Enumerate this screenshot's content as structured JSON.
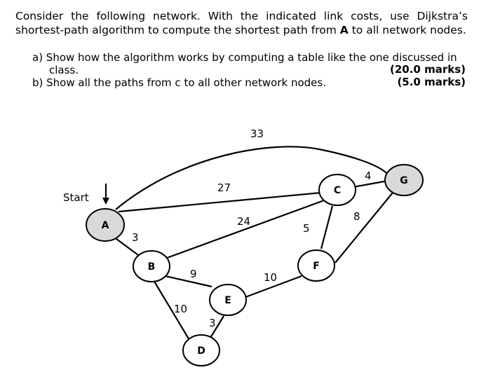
{
  "question": {
    "intro_1": "Consider the following network. With the indicated link costs, use Dijkstra’s shortest-path algorithm to compute the shortest path from ",
    "intro_bold": "A",
    "intro_2": " to all network nodes.",
    "part_a_line1": "a) Show how the algorithm works by computing a table like the one discussed in",
    "part_a_line2": "class.",
    "part_a_marks": "(20.0 marks)",
    "part_b": "b) Show all the paths from c to all other network nodes.",
    "part_b_marks": "(5.0 marks)"
  },
  "graph": {
    "start_label": "Start",
    "nodes": {
      "A": {
        "label": "A",
        "fill": "#d9d9d9"
      },
      "B": {
        "label": "B",
        "fill": "#ffffff"
      },
      "C": {
        "label": "C",
        "fill": "#ffffff"
      },
      "D": {
        "label": "D",
        "fill": "#ffffff"
      },
      "E": {
        "label": "E",
        "fill": "#ffffff"
      },
      "F": {
        "label": "F",
        "fill": "#ffffff"
      },
      "G": {
        "label": "G",
        "fill": "#d9d9d9"
      }
    },
    "edges": [
      {
        "from": "A",
        "to": "G",
        "cost": "33"
      },
      {
        "from": "A",
        "to": "C",
        "cost": "27"
      },
      {
        "from": "A",
        "to": "B",
        "cost": "3"
      },
      {
        "from": "B",
        "to": "C",
        "cost": "24"
      },
      {
        "from": "B",
        "to": "E",
        "cost": "9"
      },
      {
        "from": "B",
        "to": "D",
        "cost": "10"
      },
      {
        "from": "D",
        "to": "E",
        "cost": "3"
      },
      {
        "from": "E",
        "to": "F",
        "cost": "10"
      },
      {
        "from": "C",
        "to": "F",
        "cost": "5"
      },
      {
        "from": "C",
        "to": "G",
        "cost": "4"
      },
      {
        "from": "F",
        "to": "G",
        "cost": "8"
      }
    ]
  }
}
